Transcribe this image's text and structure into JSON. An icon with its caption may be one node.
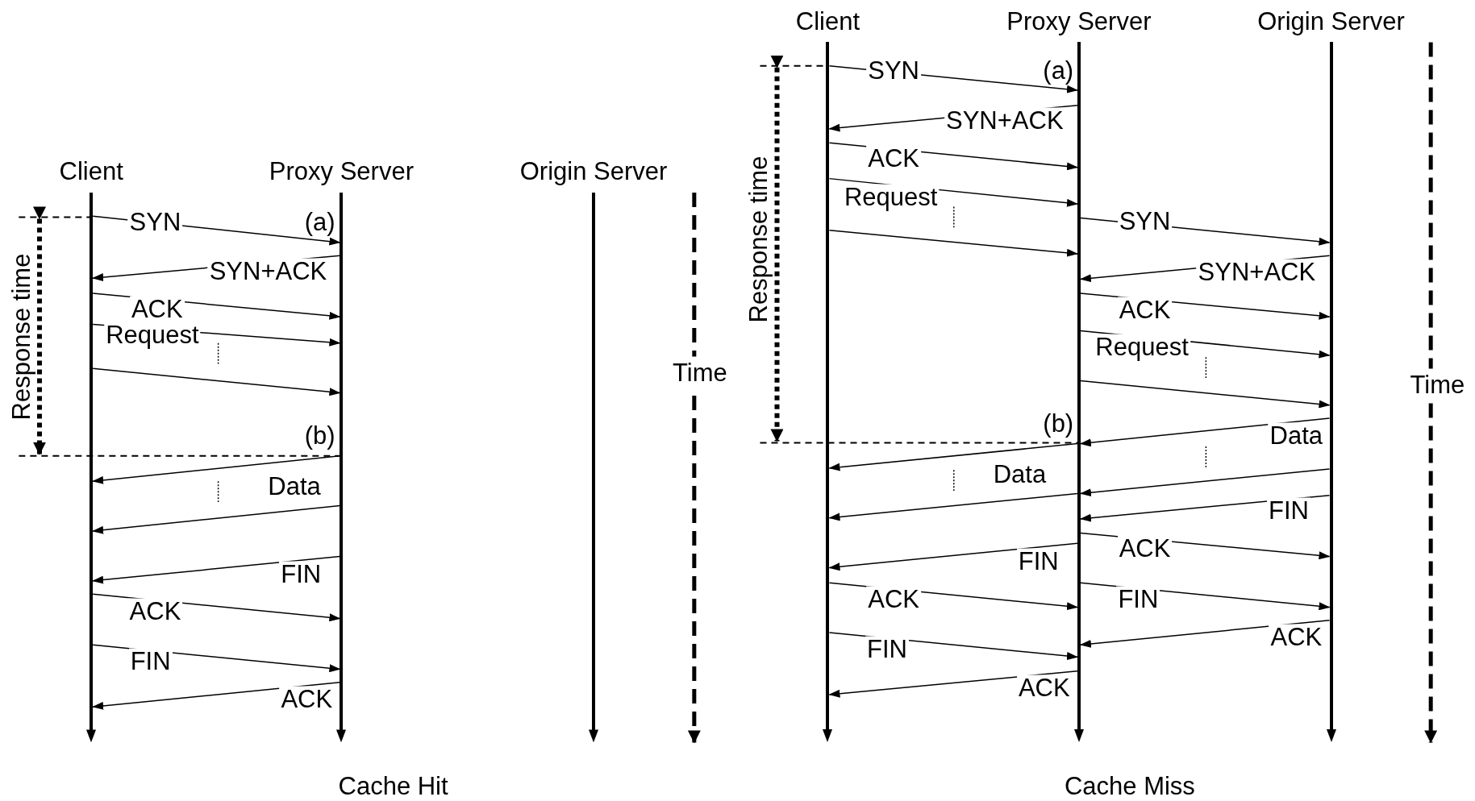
{
  "diagram": {
    "nodes": [
      {
        "text": [
          "Client"
        ]
      },
      {
        "text": [
          "Proxy Server"
        ]
      },
      {
        "text": [
          "Origin Server"
        ]
      },
      {
        "text": [
          "Client"
        ]
      },
      {
        "text": [
          "Proxy Server"
        ]
      },
      {
        "text": [
          "Origin Server"
        ]
      }
    ],
    "edges": [
      {
        "from": 0,
        "to": 1,
        "arrow": "to",
        "label": "SYN"
      },
      {
        "from": 1,
        "to": 0,
        "arrow": "to",
        "label": "SYN+ACK"
      },
      {
        "from": 0,
        "to": 1,
        "arrow": "to",
        "label": "ACK"
      },
      {
        "from": 0,
        "to": 1,
        "arrow": "to",
        "label": "Request"
      },
      {
        "from": 0,
        "to": 1,
        "arrow": "to"
      },
      {
        "from": 1,
        "to": 0,
        "arrow": "to",
        "label": "Data"
      },
      {
        "from": 1,
        "to": 0,
        "arrow": "to"
      },
      {
        "from": 1,
        "to": 0,
        "arrow": "to",
        "label": "FIN"
      },
      {
        "from": 0,
        "to": 1,
        "arrow": "to",
        "label": "ACK"
      },
      {
        "from": 0,
        "to": 1,
        "arrow": "to",
        "label": "FIN"
      },
      {
        "from": 1,
        "to": 0,
        "arrow": "to",
        "label": "ACK"
      },
      {
        "from": 3,
        "to": 4,
        "arrow": "to",
        "label": "SYN"
      },
      {
        "from": 4,
        "to": 3,
        "arrow": "to",
        "label": "SYN+ACK"
      },
      {
        "from": 3,
        "to": 4,
        "arrow": "to",
        "label": "ACK"
      },
      {
        "from": 3,
        "to": 4,
        "arrow": "to",
        "label": "Request"
      },
      {
        "from": 3,
        "to": 4,
        "arrow": "to"
      },
      {
        "from": 4,
        "to": 5,
        "arrow": "to",
        "label": "SYN"
      },
      {
        "from": 5,
        "to": 4,
        "arrow": "to",
        "label": "SYN+ACK"
      },
      {
        "from": 4,
        "to": 5,
        "arrow": "to",
        "label": "ACK"
      },
      {
        "from": 4,
        "to": 5,
        "arrow": "to",
        "label": "Request"
      },
      {
        "from": 4,
        "to": 5,
        "arrow": "to"
      },
      {
        "from": 5,
        "to": 4,
        "arrow": "to",
        "label": "Data"
      },
      {
        "from": 4,
        "to": 3,
        "arrow": "to",
        "label": "Data"
      },
      {
        "from": 5,
        "to": 4,
        "arrow": "to"
      },
      {
        "from": 4,
        "to": 3,
        "arrow": "to"
      },
      {
        "from": 5,
        "to": 4,
        "arrow": "to",
        "label": "FIN"
      },
      {
        "from": 4,
        "to": 5,
        "arrow": "to",
        "label": "ACK"
      },
      {
        "from": 4,
        "to": 3,
        "arrow": "to",
        "label": "FIN"
      },
      {
        "from": 3,
        "to": 4,
        "arrow": "to",
        "label": "ACK"
      },
      {
        "from": 4,
        "to": 5,
        "arrow": "to",
        "label": "FIN"
      },
      {
        "from": 5,
        "to": 4,
        "arrow": "to",
        "label": "ACK"
      },
      {
        "from": 3,
        "to": 4,
        "arrow": "to",
        "label": "FIN"
      },
      {
        "from": 4,
        "to": 3,
        "arrow": "to",
        "label": "ACK"
      }
    ],
    "labels": [
      "(a)",
      "(b)",
      "Response time",
      "Time",
      "Cache Hit",
      "(a)",
      "(b)",
      "Response time",
      "Time",
      "Cache Miss"
    ]
  }
}
